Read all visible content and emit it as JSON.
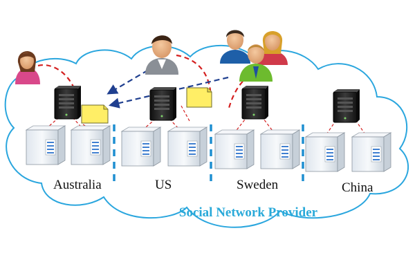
{
  "diagram": {
    "provider_label": "Social Network Provider",
    "regions": [
      {
        "name": "Australia"
      },
      {
        "name": "US"
      },
      {
        "name": "Sweden"
      },
      {
        "name": "China"
      }
    ],
    "colors": {
      "cloud_stroke": "#2aa6de",
      "divider": "#1f8fd1",
      "dashed_red": "#d42020",
      "dashed_blue": "#1f3f8f",
      "document": "#ffee66",
      "tower": "#1d1d1d",
      "server": "#eef2f6"
    }
  }
}
